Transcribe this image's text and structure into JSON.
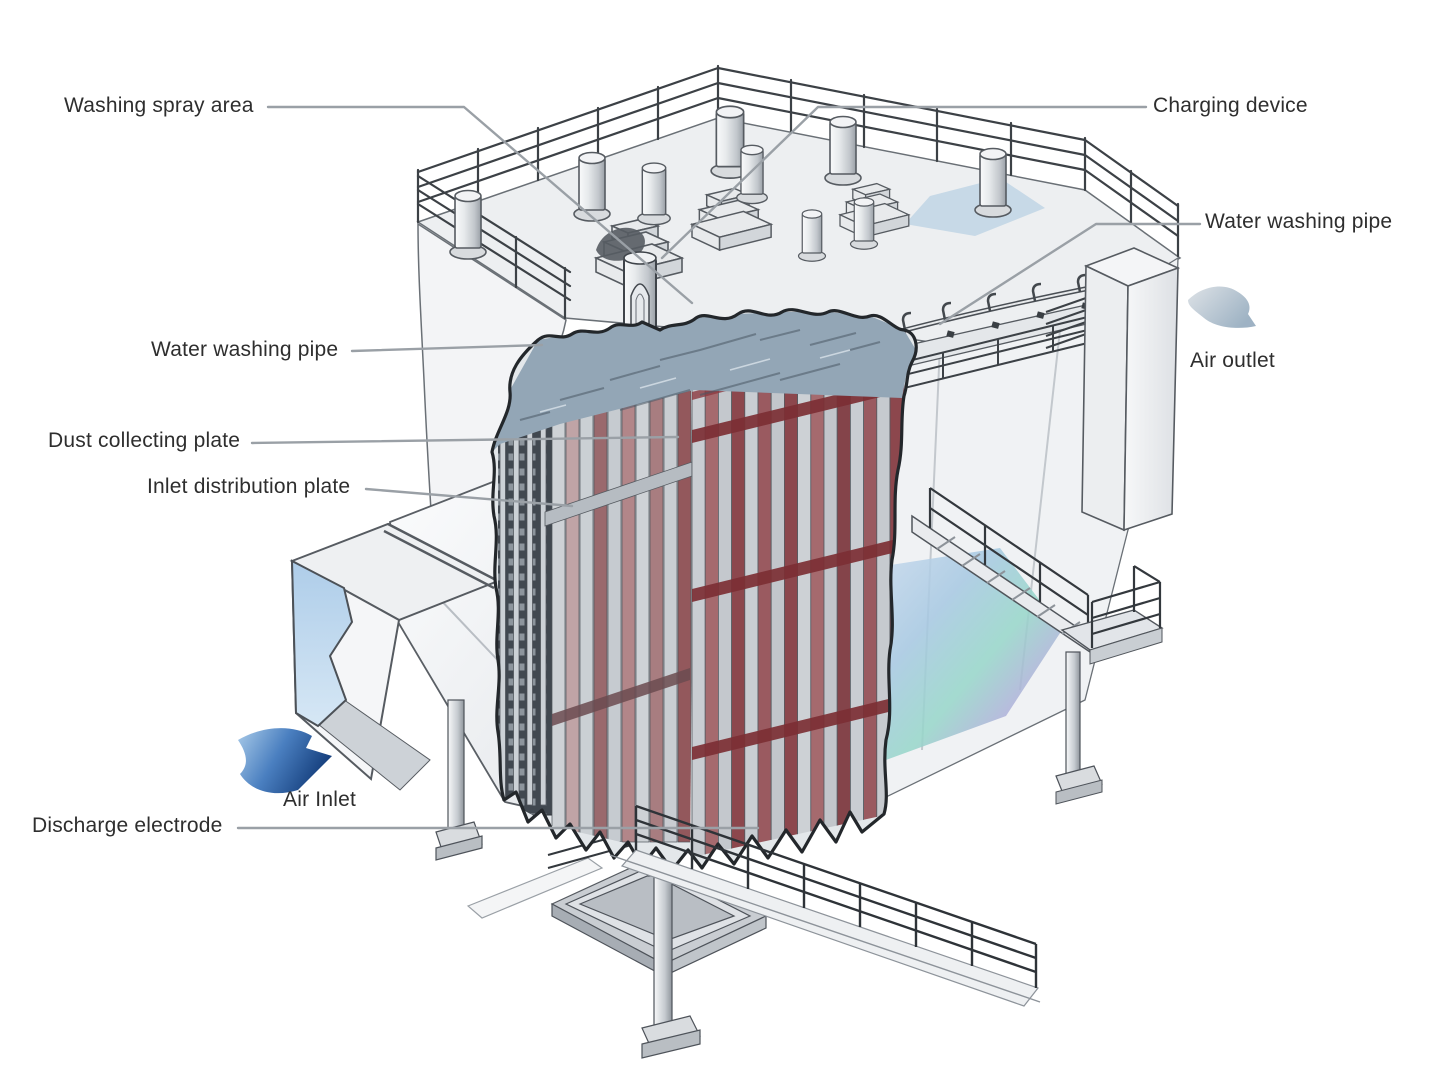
{
  "labels": {
    "washing_spray_area": {
      "text": "Washing spray area"
    },
    "charging_device": {
      "text": "Charging device"
    },
    "water_washing_pipe_right": {
      "text": "Water washing pipe"
    },
    "air_outlet": {
      "text": "Air outlet"
    },
    "water_washing_pipe_left": {
      "text": "Water washing pipe"
    },
    "dust_collecting_plate": {
      "text": "Dust collecting plate"
    },
    "inlet_distribution_plate": {
      "text": "Inlet distribution plate"
    },
    "air_inlet": {
      "text": "Air Inlet"
    },
    "discharge_electrode": {
      "text": "Discharge electrode"
    }
  },
  "icons": {
    "air_inlet_arrow": "flow-arrow-in",
    "air_outlet_arrow": "flow-arrow-out"
  },
  "colors": {
    "label_text": "#2e2e2e",
    "leader": "#9aa0a6",
    "outline": "#23272b",
    "steel_light": "#f1f2f4",
    "steel_mid": "#c9cdd2",
    "plate_red": "#8c474d",
    "plate_red_dark": "#7c2f34",
    "plate_gray": "#c9cdd2",
    "grid_dark": "#414850",
    "spray_top": "#93a6b6",
    "glass_blue": "#aecde9",
    "arrow_blue_dark": "#16407e",
    "arrow_blue_soft": "#93aabd"
  }
}
